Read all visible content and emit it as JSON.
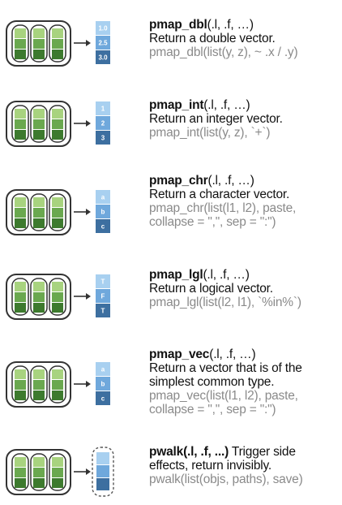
{
  "colors": {
    "green_light": "#a8d37f",
    "green_mid": "#6aa84f",
    "green_dark": "#3d7a2e",
    "blue_light": "#a8d0f0",
    "blue_mid": "#6fa8dc",
    "blue_dark": "#3d6fa0",
    "outline": "#333333",
    "example_text": "#8a8a8a"
  },
  "entries": [
    {
      "id": "pmap-dbl",
      "name": "pmap_dbl",
      "args": "(.l, .f, …)",
      "desc_lines": [
        "Return a double vector."
      ],
      "example_lines": [
        "pmap_dbl(list(y, z), ~ .x / .y)"
      ],
      "output": [
        "1.0",
        "2.5",
        "3.0"
      ]
    },
    {
      "id": "pmap-int",
      "name": "pmap_int",
      "args": "(.l, .f, …)",
      "desc_lines": [
        "Return an integer vector."
      ],
      "example_lines": [
        "pmap_int(list(y, z), `+`)"
      ],
      "output": [
        "1",
        "2",
        "3"
      ]
    },
    {
      "id": "pmap-chr",
      "name": "pmap_chr",
      "args": "(.l, .f, …)",
      "desc_lines": [
        "Return a character vector."
      ],
      "example_lines": [
        "pmap_chr(list(l1, l2), paste,",
        "collapse = \",\", sep = \":\")"
      ],
      "output": [
        "a",
        "b",
        "c"
      ]
    },
    {
      "id": "pmap-lgl",
      "name": "pmap_lgl",
      "args": "(.l, .f, …)",
      "desc_lines": [
        "Return a logical vector."
      ],
      "example_lines": [
        "pmap_lgl(list(l2, l1), `%in%`)"
      ],
      "output": [
        "T",
        "F",
        "T"
      ]
    },
    {
      "id": "pmap-vec",
      "name": "pmap_vec",
      "args": "(.l, .f, …)",
      "desc_lines": [
        "Return a vector that is of the",
        "simplest common type."
      ],
      "example_lines": [
        "pmap_vec(list(l1, l2), paste,",
        "collapse = \",\", sep = \":\")"
      ],
      "output": [
        "a",
        "b",
        "c"
      ]
    },
    {
      "id": "pwalk",
      "name": "pwalk(",
      "args": ".l, .f, ...)",
      "name_suffix": ")",
      "inline_desc": " Trigger side",
      "desc_lines": [
        "effects, return invisibly."
      ],
      "example_lines": [
        "pwalk(list(objs, paths), save)"
      ],
      "output": [
        "",
        "",
        ""
      ],
      "output_style": "dashed"
    }
  ]
}
